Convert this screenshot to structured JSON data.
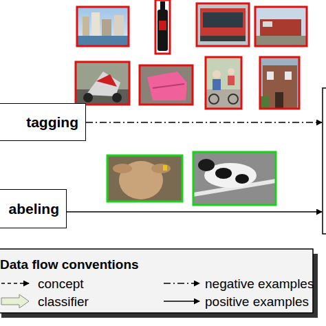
{
  "diagram": {
    "nodes": [
      {
        "text": [
          "tagging"
        ]
      },
      {
        "text": [
          "abeling"
        ]
      }
    ],
    "labels": [
      "Data flow conventions"
    ],
    "legend": [
      {
        "text": "concept"
      },
      {
        "text": "negative examples"
      },
      {
        "text": "classifier"
      },
      {
        "text": "positive examples"
      }
    ]
  }
}
